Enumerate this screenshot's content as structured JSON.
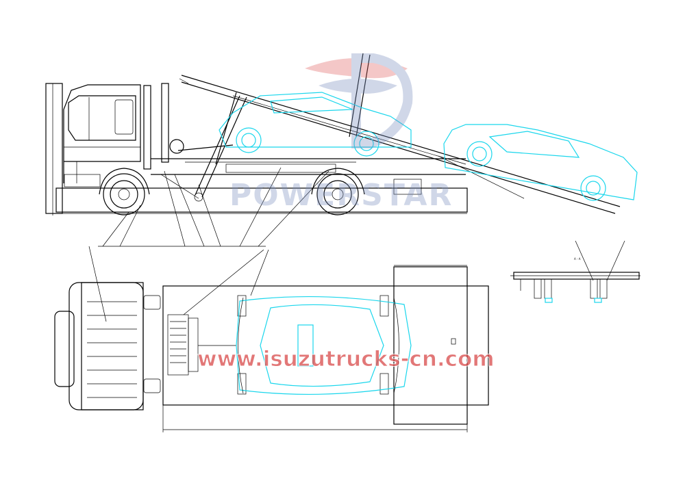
{
  "watermarks": {
    "brand": "POWERSTAR",
    "website": "www.isuzutrucks-cn.com"
  },
  "section_label": "A - A",
  "colors": {
    "line": "#000000",
    "car_outline": "#19d6ec",
    "watermark_red": "#e06060",
    "watermark_blue": "#7a8fc0",
    "website_red": "#d94a4a"
  },
  "icons": {
    "logo": "powerstar-logo-icon"
  }
}
